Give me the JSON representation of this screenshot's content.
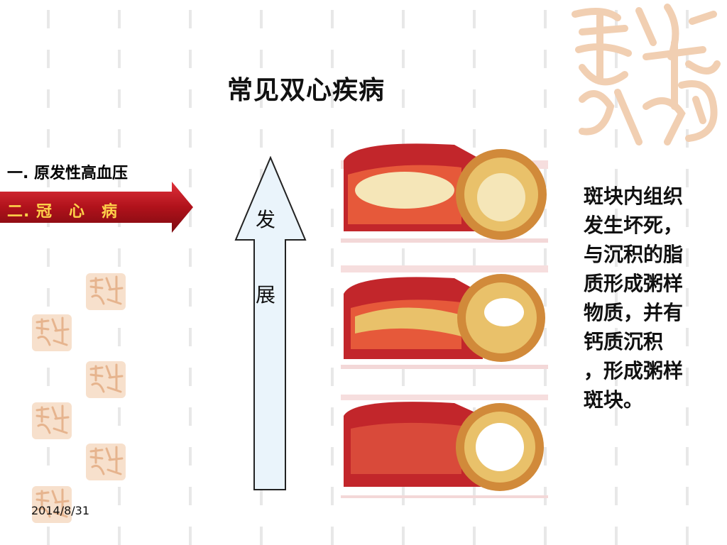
{
  "slide": {
    "title": "常见双心疾病",
    "date": "2014/8/31"
  },
  "menu": {
    "items": [
      {
        "label": "一. 原发性高血压",
        "active": false
      },
      {
        "label": "二. 冠　心　病",
        "active": true
      }
    ]
  },
  "progression_arrow": {
    "labels": [
      "发",
      "展"
    ]
  },
  "description": "斑块内组织发生坏死，与沉积的脂质形成粥样物质，并有钙质沉积 ，形成粥样斑块。",
  "colors": {
    "menu_active_bg": "#b0121b",
    "menu_active_text": "#ffd24a",
    "arrow_fill": "#eaf4fb",
    "seal": "#f3d3b8"
  },
  "icons": {
    "seal": "auspicious-calligraphy-seal-icon",
    "vessel": "artery-plaque-illustration"
  }
}
